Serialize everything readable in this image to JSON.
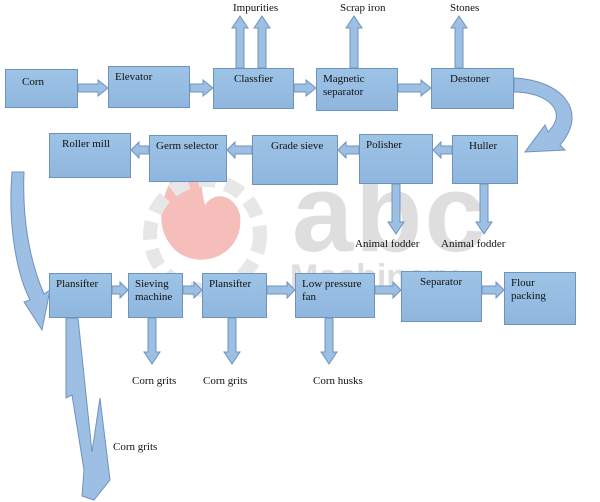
{
  "diagram": {
    "nodes": {
      "corn": "Corn",
      "elevator": "Elevator",
      "classifier": "Classfier",
      "magnetic_separator": "Magnetic separator",
      "destoner": "Destoner",
      "roller_mill": "Roller mill",
      "germ_selector": "Germ selector",
      "grade_sieve": "Grade sieve",
      "polisher": "Polisher",
      "huller": "Huller",
      "plansifter_1": "Plansifter",
      "sieving_machine": "Sieving machine",
      "plansifter_2": "Plansifter",
      "low_pressure_fan": "Low pressure fan",
      "separator": "Separator",
      "flour_packing": "Flour packing"
    },
    "outputs": {
      "impurities": "Impurities",
      "scrap_iron": "Scrap iron",
      "stones": "Stones",
      "animal_fodder_1": "Animal fodder",
      "animal_fodder_2": "Animal fodder",
      "corn_grits_1": "Corn grits",
      "corn_grits_2": "Corn grits",
      "corn_husks": "Corn husks",
      "corn_grits_3": "Corn grits"
    }
  },
  "watermark": {
    "text_top": "abc",
    "text_bottom": "Machinery"
  },
  "colors": {
    "box_fill": "#9dc3e6",
    "box_border": "#6f93bd",
    "arrow_fill": "#9dbfe3",
    "arrow_stroke": "#6f93bd",
    "watermark_red": "#e8473f",
    "watermark_gray": "#bdbdbd"
  }
}
